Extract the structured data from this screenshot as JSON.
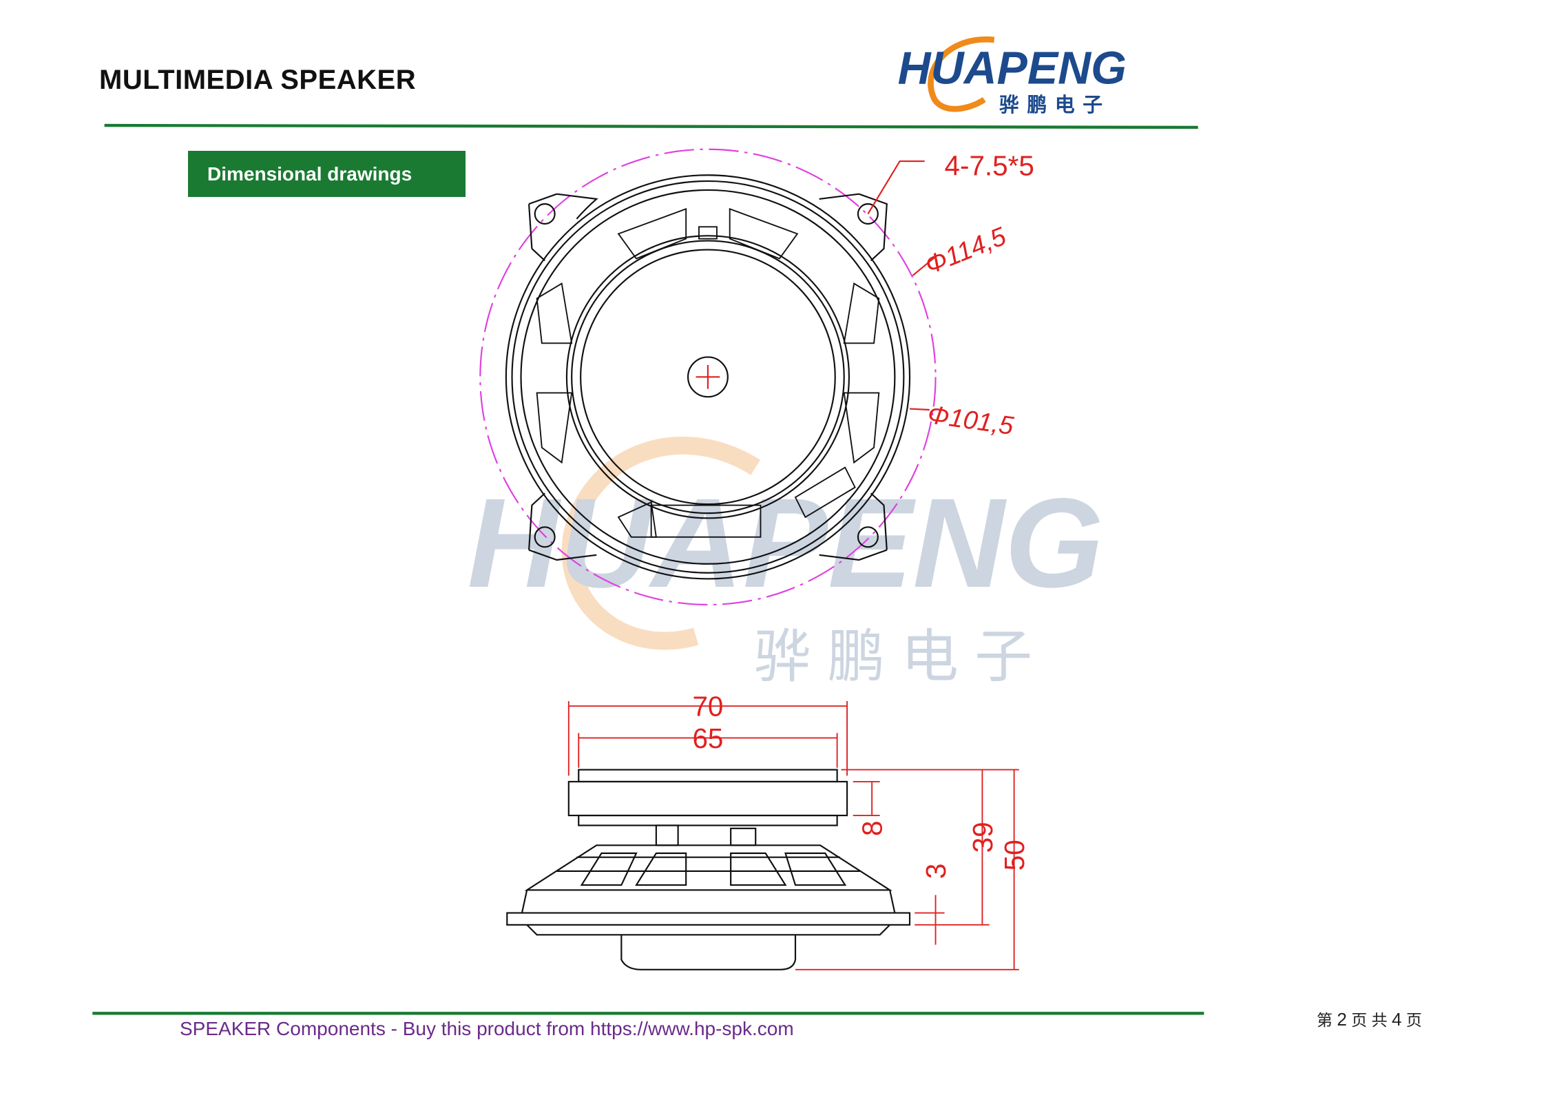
{
  "header": {
    "title": "MULTIMEDIA SPEAKER",
    "logo_text": "HUAPENG",
    "logo_cn": "骅鹏电子"
  },
  "section": {
    "label": "Dimensional drawings"
  },
  "drawing": {
    "top_view": {
      "holes": "4-7.5*5",
      "outer_dia": "Φ114,5",
      "frame_dia": "Φ101,5"
    },
    "side_view": {
      "width_outer": "70",
      "width_inner": "65",
      "flange_h": "8",
      "mount_h": "3",
      "depth_39": "39",
      "depth_50": "50"
    },
    "colors": {
      "dimension": "#e02020",
      "circle": "#e040e0",
      "line": "#111111"
    }
  },
  "watermark": {
    "text": "HUAPENG",
    "cn": "骅 鹏 电 子"
  },
  "footer": {
    "text": "SPEAKER Components - Buy this product from https://www.hp-spk.com"
  },
  "page": {
    "prefix": "第",
    "current": "2",
    "mid": "页 共",
    "total": "4",
    "suffix": "页"
  }
}
